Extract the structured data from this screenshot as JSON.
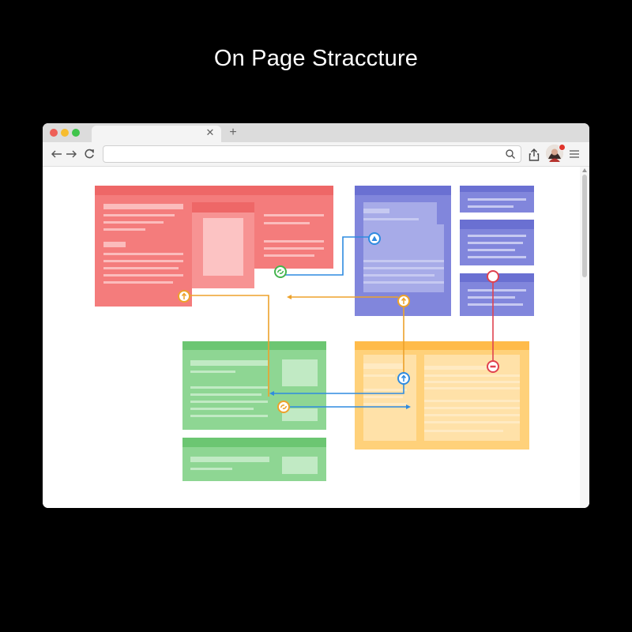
{
  "page": {
    "title": "On Page Straccture"
  },
  "browser": {
    "traffic_lights": [
      "#ee5f57",
      "#f7bd2f",
      "#3fc44b"
    ],
    "tab": {
      "title": "",
      "close_icon": "close-icon"
    },
    "new_tab_icon": "plus-icon",
    "toolbar": {
      "back_icon": "arrow-left-icon",
      "forward_icon": "arrow-right-icon",
      "reload_icon": "reload-icon",
      "address_value": "",
      "search_icon": "search-icon",
      "share_icon": "share-icon",
      "avatar": "avatar",
      "menu_icon": "hamburger-menu-icon"
    }
  },
  "diagram": {
    "colors": {
      "red": "#f47c7c",
      "red_header": "#ee6767",
      "blue": "#7c83dd",
      "blue_header": "#6a70d2",
      "green": "#8ed693",
      "green_header": "#6cc672",
      "orange": "#ffd17a",
      "orange_header": "#ffbb4a",
      "connector_blue": "#2f8be0",
      "connector_orange": "#eda22b",
      "connector_red": "#e0424f",
      "connector_green": "#45b44e"
    },
    "blocks": [
      "red-block",
      "blue-block-main",
      "blue-block-top-right",
      "blue-block-middle-right",
      "blue-block-bottom-right",
      "green-block-main",
      "green-block-bottom",
      "orange-block"
    ],
    "connector_icons": [
      "arrow-up-icon",
      "link-icon",
      "arrow-up-icon",
      "arrow-up-icon",
      "link-icon",
      "link-icon",
      "minus-icon"
    ]
  }
}
